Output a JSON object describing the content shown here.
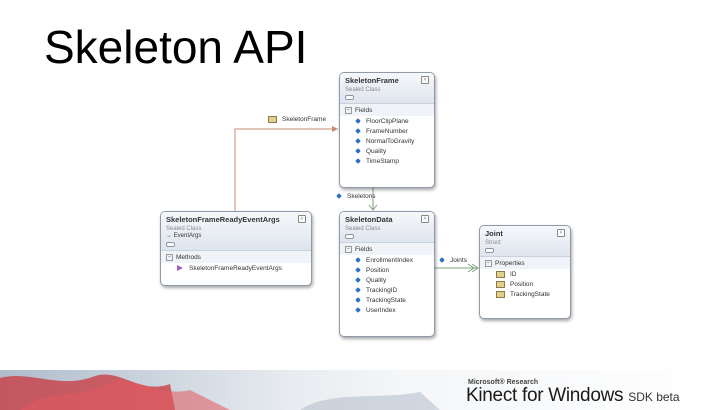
{
  "title": "Skeleton API",
  "classes": {
    "skeleton_frame": {
      "name": "SkeletonFrame",
      "kind": "Sealed Class",
      "section": "Fields",
      "fields": [
        "FloorClipPlane",
        "FrameNumber",
        "NormalToGravity",
        "Quality",
        "TimeStamp"
      ]
    },
    "event_args": {
      "name": "SkeletonFrameReadyEventArgs",
      "kind": "Sealed Class",
      "base": "EventArgs",
      "section": "Methods",
      "methods": [
        "SkeletonFrameReadyEventArgs"
      ]
    },
    "skeleton_data": {
      "name": "SkeletonData",
      "kind": "Sealed Class",
      "section": "Fields",
      "fields": [
        "EnrollmentIndex",
        "Position",
        "Quality",
        "TrackingID",
        "TrackingState",
        "UserIndex"
      ]
    },
    "joint": {
      "name": "Joint",
      "kind": "Struct",
      "section": "Properties",
      "properties": [
        "ID",
        "Position",
        "TrackingState"
      ]
    }
  },
  "connectors": {
    "skeleton_frame": "SkeletonFrame",
    "skeletons": "Skeletons",
    "joints": "Joints"
  },
  "colors": {
    "inheritance_line": "#c98b73",
    "association_line": "#7fa37f",
    "field_icon": "#2a72c8"
  },
  "footer": {
    "brand_small": "Microsoft® Research",
    "brand_main": "Kinect for Windows",
    "brand_suffix": "SDK beta"
  }
}
